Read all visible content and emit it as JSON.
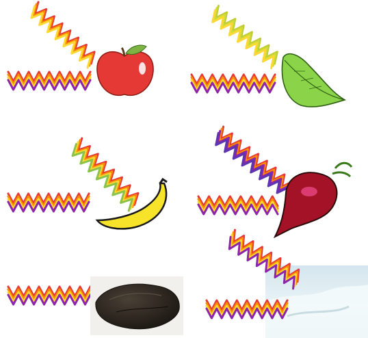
{
  "panels": [
    {
      "object": "apple",
      "object_icon": "apple-icon",
      "incident_colors": [
        "#e53935",
        "#fb8c00",
        "#fdd835",
        "#8e24aa"
      ],
      "reflected_colors": [
        "#e53935",
        "#fb8c00",
        "#fdd835"
      ]
    },
    {
      "object": "leaf",
      "object_icon": "leaf-icon",
      "incident_colors": [
        "#e53935",
        "#fb8c00",
        "#fdd835",
        "#8e24aa"
      ],
      "reflected_colors": [
        "#c0ca33",
        "#cddc39",
        "#fdd835"
      ]
    },
    {
      "object": "banana",
      "object_icon": "banana-icon",
      "incident_colors": [
        "#e53935",
        "#fb8c00",
        "#fdd835",
        "#8e24aa"
      ],
      "reflected_colors": [
        "#e53935",
        "#fb8c00",
        "#fdd835",
        "#8bc34a"
      ]
    },
    {
      "object": "beet",
      "object_icon": "beet-icon",
      "incident_colors": [
        "#e53935",
        "#fb8c00",
        "#fdd835",
        "#8e24aa"
      ],
      "reflected_colors": [
        "#e53935",
        "#fb8c00",
        "#8e24aa",
        "#5e35b1"
      ]
    },
    {
      "object": "coal",
      "object_icon": "coal-icon",
      "incident_colors": [
        "#e53935",
        "#fb8c00",
        "#fdd835",
        "#8e24aa"
      ],
      "reflected_colors": []
    },
    {
      "object": "snow",
      "object_icon": "snow-icon",
      "incident_colors": [
        "#e53935",
        "#fb8c00",
        "#fdd835",
        "#8e24aa"
      ],
      "reflected_colors": [
        "#e53935",
        "#fb8c00",
        "#fdd835",
        "#8e24aa"
      ]
    }
  ],
  "colors": {
    "background": "#ffffff",
    "apple": "#e53935",
    "leaf": "#8bd44a",
    "banana": "#f7e32a",
    "beet": "#a31226",
    "coal": "#2b2620",
    "snow": "#dbe9ee"
  }
}
